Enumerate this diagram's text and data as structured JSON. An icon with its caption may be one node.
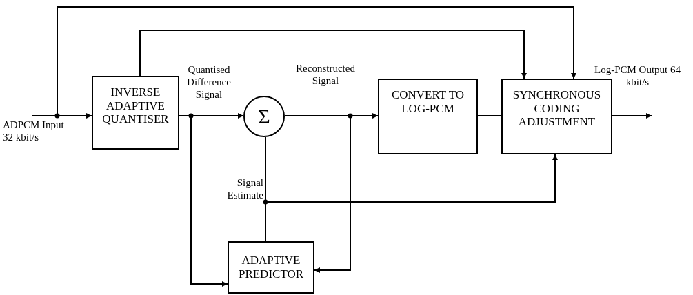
{
  "diagram": {
    "nodes": [
      {
        "text": [
          "INVERSE ADAPTIVE QUANTISER"
        ]
      },
      {
        "text": [
          "Σ"
        ]
      },
      {
        "text": [
          "CONVERT TO LOG-PCM"
        ]
      },
      {
        "text": [
          "SYNCHRONOUS CODING ADJUSTMENT"
        ]
      },
      {
        "text": [
          "ADAPTIVE PREDICTOR"
        ]
      },
      {
        "text": [
          "ADPCM Input 32 kbit/s"
        ]
      }
    ],
    "edges": [
      {
        "from": 5,
        "to": 0,
        "arrow": "to"
      },
      {
        "from": 5,
        "to": 3,
        "arrow": "to"
      },
      {
        "from": 0,
        "to": 3,
        "arrow": "to"
      },
      {
        "from": 0,
        "to": 1,
        "arrow": "to"
      },
      {
        "from": 0,
        "to": 4,
        "arrow": "to"
      },
      {
        "from": 1,
        "to": 2,
        "arrow": "to"
      },
      {
        "from": 1,
        "to": 4,
        "arrow": "to"
      },
      {
        "from": 2,
        "to": 3,
        "arrow": "none"
      },
      {
        "from": 4,
        "to": 1,
        "arrow": "none"
      },
      {
        "from": 4,
        "to": 3,
        "arrow": "to"
      },
      {
        "from": 3,
        "to": null,
        "arrow": "to"
      }
    ],
    "labels": [
      "Quantised Difference Signal",
      "Reconstructed Signal",
      "Log-PCM Output 64 kbit/s",
      "Signal Estimate"
    ]
  }
}
